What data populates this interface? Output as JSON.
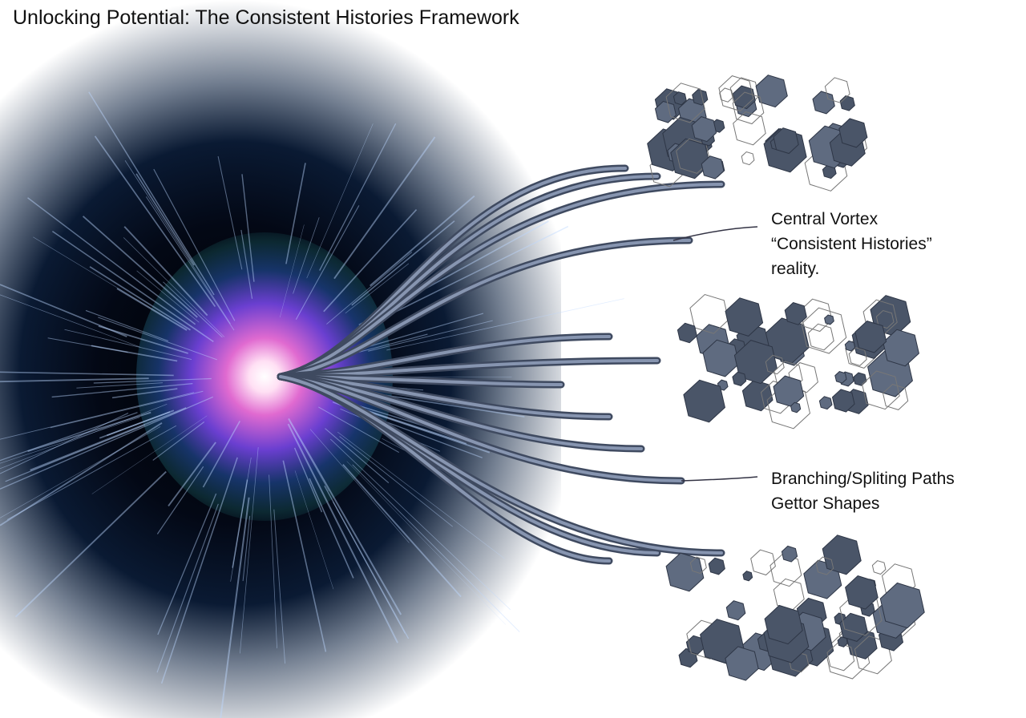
{
  "title": "Unlocking Potential: The Consistent Histories Framework",
  "labels": {
    "vortex": [
      "Central Vortex",
      "“Consistent Histories”",
      "reality."
    ],
    "branching": [
      "Branching/Spliting Paths",
      "Gettor Shapes"
    ]
  },
  "colors": {
    "shape": "#4a5568",
    "tube": "#5d6b84",
    "core": "#e06ad0"
  }
}
